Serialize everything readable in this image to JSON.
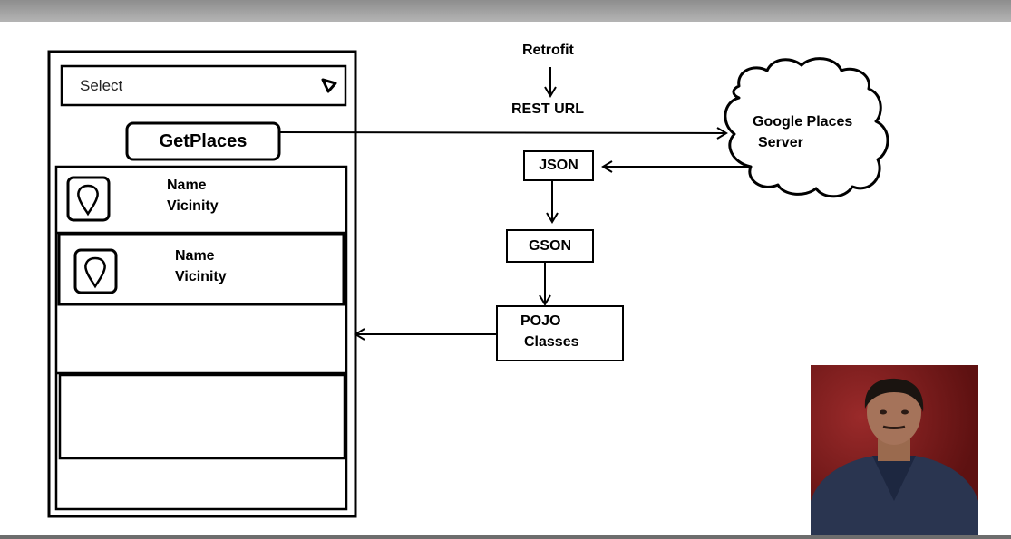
{
  "phone": {
    "select_label": "Select",
    "button_label": "GetPlaces",
    "items": [
      {
        "name": "Name",
        "vicinity": "Vicinity",
        "icon": "map-pin-icon"
      },
      {
        "name": "Name",
        "vicinity": "Vicinity",
        "icon": "map-pin-icon"
      }
    ]
  },
  "flow": {
    "retrofit": "Retrofit",
    "rest_url": "REST URL",
    "server_line1": "Google Places",
    "server_line2": "Server",
    "json": "JSON",
    "gson": "GSON",
    "pojo_line1": "POJO",
    "pojo_line2": "Classes"
  }
}
